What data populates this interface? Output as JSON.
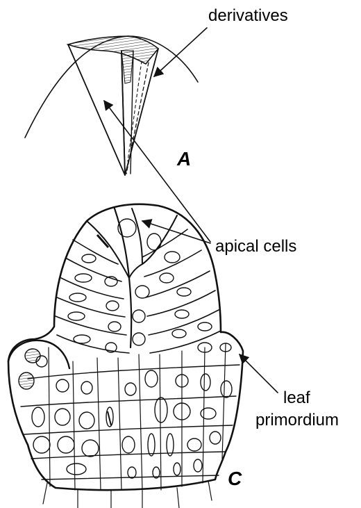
{
  "labels": {
    "derivatives": "derivatives",
    "apical_cells": "apical cells",
    "leaf_line1": "leaf",
    "leaf_line2": "primordium"
  },
  "panels": {
    "a": "A",
    "c": "C"
  },
  "colors": {
    "ink": "#111111",
    "background": "#ffffff"
  }
}
